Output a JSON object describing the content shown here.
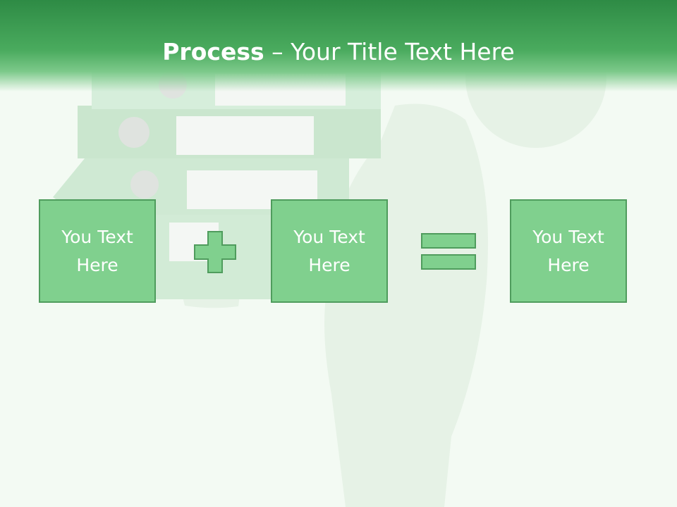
{
  "title": {
    "bold": "Process",
    "rest": " – Your Title Text Here"
  },
  "boxes": [
    {
      "label": "You Text Here"
    },
    {
      "label": "You Text Here"
    },
    {
      "label": "You Text Here"
    }
  ],
  "operators": [
    "plus",
    "equals"
  ],
  "colors": {
    "title_band": "#3a9d52",
    "box_fill": "#80d08e",
    "box_border": "#4f9c5d",
    "background": "#f3faf3"
  }
}
